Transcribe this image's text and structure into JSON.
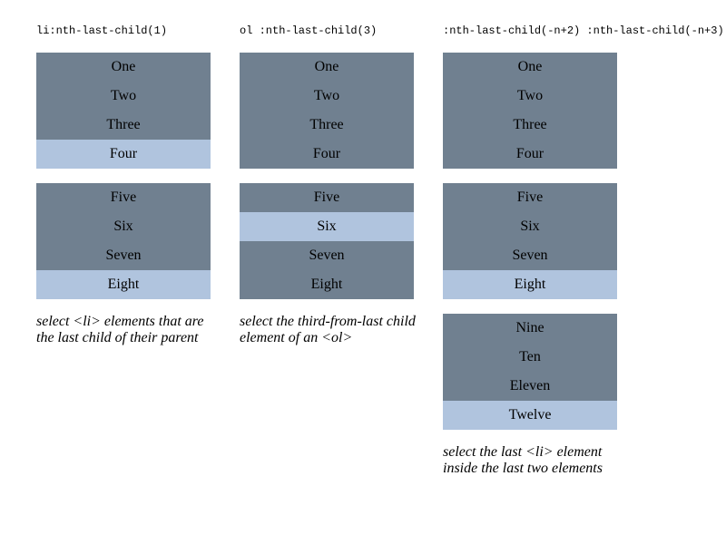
{
  "columns": [
    {
      "selector": "li:nth-last-child(1)",
      "lists": [
        {
          "items": [
            {
              "label": "One"
            },
            {
              "label": "Two"
            },
            {
              "label": "Three"
            },
            {
              "label": "Four",
              "highlight": true
            }
          ]
        },
        {
          "items": [
            {
              "label": "Five"
            },
            {
              "label": "Six"
            },
            {
              "label": "Seven"
            },
            {
              "label": "Eight",
              "highlight": true
            }
          ]
        }
      ],
      "description": "select <li> elements that are the last child of their parent"
    },
    {
      "selector": "ol :nth-last-child(3)",
      "lists": [
        {
          "items": [
            {
              "label": "One"
            },
            {
              "label": "Two"
            },
            {
              "label": "Three"
            },
            {
              "label": "Four"
            }
          ]
        },
        {
          "items": [
            {
              "label": "Five"
            },
            {
              "label": "Six",
              "highlight": true
            },
            {
              "label": "Seven"
            },
            {
              "label": "Eight"
            }
          ]
        }
      ],
      "description": "select the third-from-last child element of an <ol>"
    },
    {
      "selector": ":nth-last-child(-n+2) :nth-last-child(-n+3)",
      "lists": [
        {
          "items": [
            {
              "label": "One"
            },
            {
              "label": "Two"
            },
            {
              "label": "Three"
            },
            {
              "label": "Four"
            }
          ]
        },
        {
          "items": [
            {
              "label": "Five"
            },
            {
              "label": "Six"
            },
            {
              "label": "Seven"
            },
            {
              "label": "Eight",
              "highlight": true
            }
          ]
        },
        {
          "items": [
            {
              "label": "Nine"
            },
            {
              "label": "Ten"
            },
            {
              "label": "Eleven"
            },
            {
              "label": "Twelve",
              "highlight": true
            }
          ]
        }
      ],
      "description": "select the last <li> element inside the last two elements"
    }
  ],
  "colors": {
    "item_background": "#708090",
    "highlight_background": "#b0c4de"
  }
}
